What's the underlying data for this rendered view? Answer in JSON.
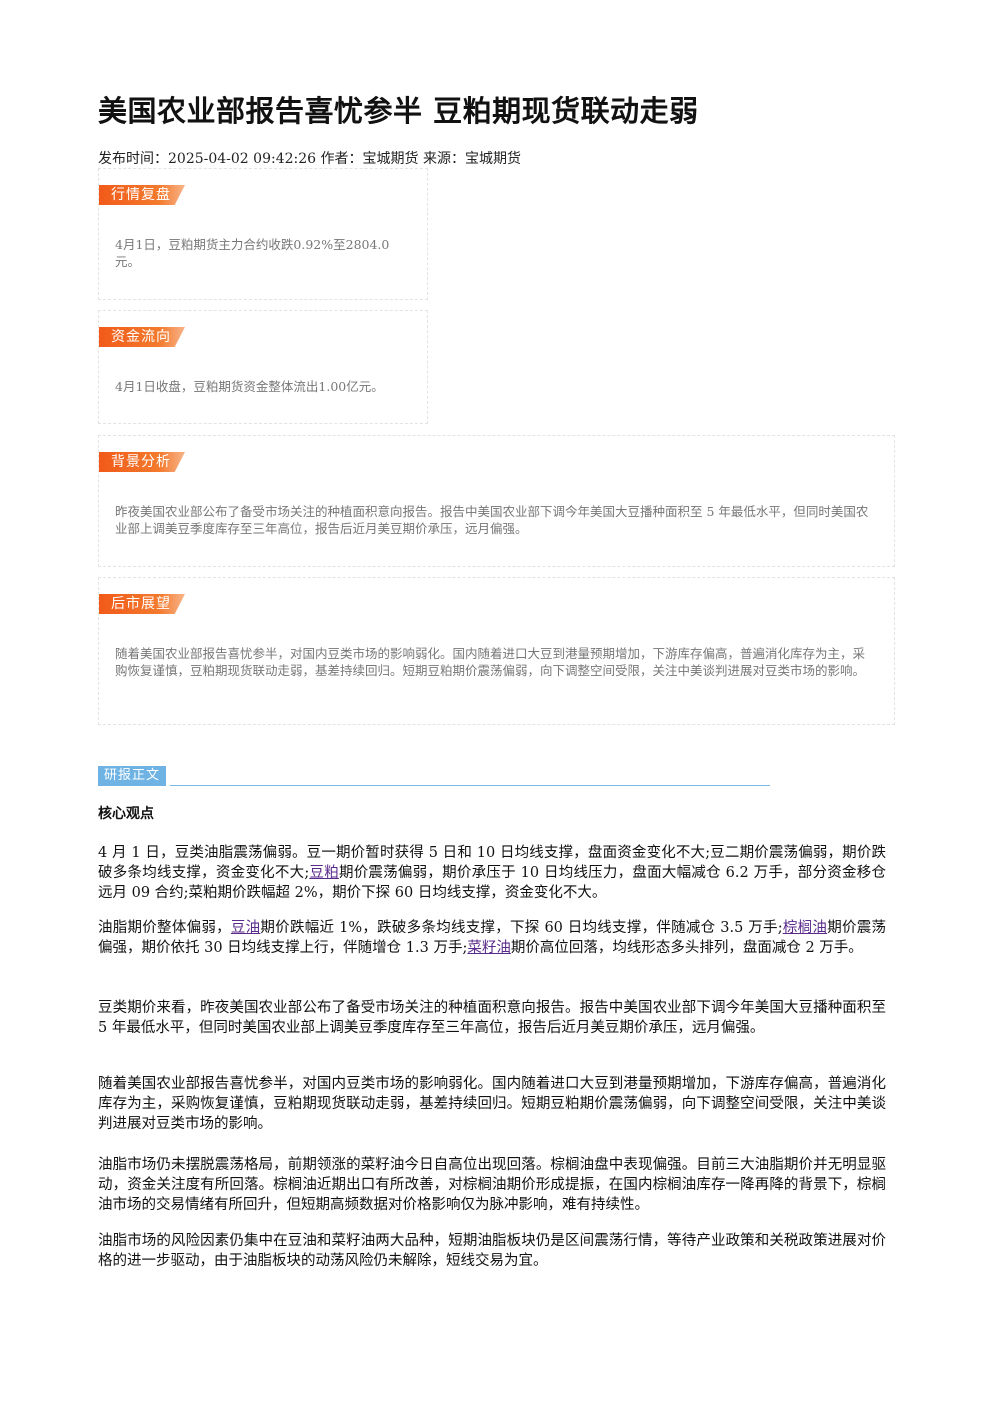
{
  "article": {
    "title": "美国农业部报告喜忧参半 豆粕期现货联动走弱",
    "meta": "发布时间：2025-04-02 09:42:26 作者：宝城期货 来源：宝城期货"
  },
  "cards": [
    {
      "tag": "行情复盘",
      "text": "4月1日，豆粕期货主力合约收跌0.92%至2804.0元。"
    },
    {
      "tag": "资金流向",
      "text": "4月1日收盘，豆粕期货资金整体流出1.00亿元。"
    },
    {
      "tag": "背景分析",
      "text": "昨夜美国农业部公布了备受市场关注的种植面积意向报告。报告中美国农业部下调今年美国大豆播种面积至 5 年最低水平，但同时美国农业部上调美豆季度库存至三年高位，报告后近月美豆期价承压，远月偏强。"
    },
    {
      "tag": "后市展望",
      "text": "随着美国农业部报告喜忧参半，对国内豆类市场的影响弱化。国内随着进口大豆到港量预期增加，下游库存偏高，普遍消化库存为主，采购恢复谨慎，豆粕期现货联动走弱，基差持续回归。短期豆粕期价震荡偏弱，向下调整空间受限，关注中美谈判进展对豆类市场的影响。"
    }
  ],
  "report": {
    "tag": "研报正文",
    "subheading": "核心观点",
    "p1": "4 月 1 日，豆类油脂震荡偏弱。豆一期价暂时获得 5 日和 10 日均线支撑，盘面资金变化不大;豆二期价震荡偏弱，期价跌破多条均线支撑，资金变化不大;",
    "p1_link": "豆粕",
    "p1_rest": "期价震荡偏弱，期价承压于 10 日均线压力，盘面大幅减仓 6.2 万手，部分资金移仓远月 09 合约;菜粕期价跌幅超 2%，期价下探 60 日均线支撑，资金变化不大。",
    "p2_a": "油脂期价整体偏弱，",
    "p2_link1": "豆油",
    "p2_b": "期价跌幅近 1%，跌破多条均线支撑，下探 60 日均线支撑，伴随减仓 3.5 万手;",
    "p2_link2": "棕榈油",
    "p2_c": "期价震荡偏强，期价依托 30 日均线支撑上行，伴随增仓 1.3 万手;",
    "p2_link3": "菜籽油",
    "p2_d": "期价高位回落，均线形态多头排列，盘面减仓 2 万手。",
    "p3": "豆类期价来看，昨夜美国农业部公布了备受市场关注的种植面积意向报告。报告中美国农业部下调今年美国大豆播种面积至 5 年最低水平，但同时美国农业部上调美豆季度库存至三年高位，报告后近月美豆期价承压，远月偏强。",
    "p4": "随着美国农业部报告喜忧参半，对国内豆类市场的影响弱化。国内随着进口大豆到港量预期增加，下游库存偏高，普遍消化库存为主，采购恢复谨慎，豆粕期现货联动走弱，基差持续回归。短期豆粕期价震荡偏弱，向下调整空间受限，关注中美谈判进展对豆类市场的影响。",
    "p5": "油脂市场仍未摆脱震荡格局，前期领涨的菜籽油今日自高位出现回落。棕榈油盘中表现偏强。目前三大油脂期价并无明显驱动，资金关注度有所回落。棕榈油近期出口有所改善，对棕榈油期价形成提振，在国内棕榈油库存一降再降的背景下，棕榈油市场的交易情绪有所回升，但短期高频数据对价格影响仅为脉冲影响，难有持续性。",
    "p6": "油脂市场的风险因素仍集中在豆油和菜籽油两大品种，短期油脂板块仍是区间震荡行情，等待产业政策和关税政策进展对价格的进一步驱动，由于油脂板块的动荡风险仍未解除，短线交易为宜。"
  },
  "colors": {
    "tag_orange": "#f25a1a",
    "report_blue": "#6fb3e4",
    "link_purple": "#5a2a8a"
  }
}
